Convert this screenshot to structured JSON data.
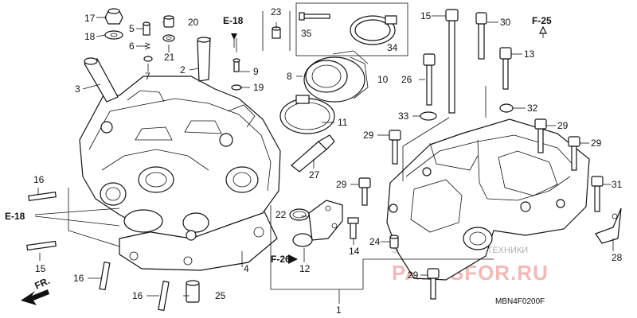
{
  "callouts": {
    "c1": "1",
    "c2": "2",
    "c3": "3",
    "c4": "4",
    "c5": "5",
    "c6": "6",
    "c7": "7",
    "c8": "8",
    "c9": "9",
    "c10": "10",
    "c11": "11",
    "c12": "12",
    "c13": "13",
    "c14": "14",
    "c15a": "15",
    "c15b": "15",
    "c16a": "16",
    "c16b": "16",
    "c16c": "16",
    "c17": "17",
    "c18": "18",
    "c19": "19",
    "c20": "20",
    "c21": "21",
    "c22": "22",
    "c23": "23",
    "c24": "24",
    "c25": "25",
    "c26": "26",
    "c27": "27",
    "c28": "28",
    "c29a": "29",
    "c29b": "29",
    "c29c": "29",
    "c29d": "29",
    "c29e": "29",
    "c30": "30",
    "c31": "31",
    "c32": "32",
    "c33": "33",
    "c34": "34",
    "c35": "35"
  },
  "references": {
    "e18_top": "E-18",
    "e18_left": "E-18",
    "f25": "F-25",
    "f26": "F-26",
    "front": "FR."
  },
  "diagram_code": "MBN4F0200F",
  "watermark": {
    "line1": "ЗАПЧАСТИ ДЛЯ МОТОТЕХНИКИ",
    "line2": "PARTSFOR.RU"
  }
}
